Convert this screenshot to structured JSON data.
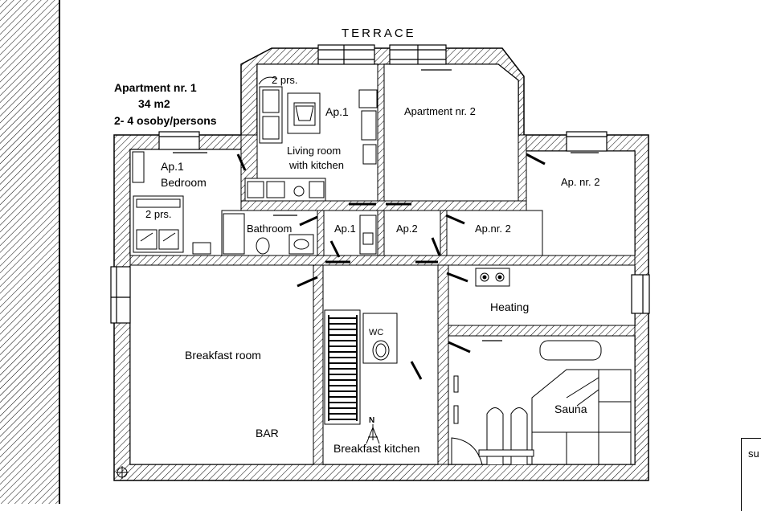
{
  "terrace": "TERRACE",
  "info": {
    "title": "Apartment nr. 1",
    "area": "34 m2",
    "capacity": "2- 4 osoby/persons"
  },
  "rooms": {
    "ap1_living_top": "2 prs.",
    "ap1": "Ap.1",
    "living": "Living room",
    "with_kitchen": "with kitchen",
    "apartment2": "Apartment nr. 2",
    "bedroom_ap": "Ap.1",
    "bedroom": "Bedroom",
    "bed_persons": "2 prs.",
    "ap_nr2_right": "Ap. nr. 2",
    "bathroom": "Bathroom",
    "ap1_small": "Ap.1",
    "ap2_small": "Ap.2",
    "apnr2_small": "Ap.nr. 2",
    "heating": "Heating",
    "breakfast_room": "Breakfast room",
    "wc": "WC",
    "sauna": "Sauna",
    "bar": "BAR",
    "breakfast_kitchen": "Breakfast kitchen",
    "north": "N"
  },
  "side_text": "su"
}
